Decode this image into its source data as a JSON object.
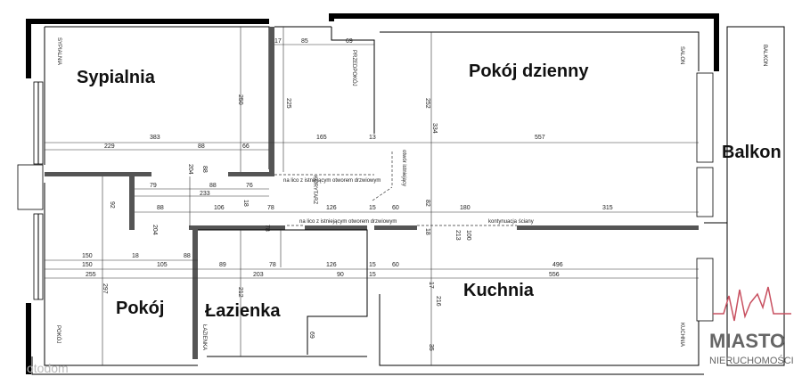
{
  "rooms": {
    "sypialnia": "Sypialnia",
    "pokoj_dzienny": "Pokój dzienny",
    "balkon": "Balkon",
    "pokoj": "Pokój",
    "lazienka": "Łazienka",
    "kuchnia": "Kuchnia"
  },
  "small_labels": {
    "sypialnia": "SYPIALNIA",
    "przedpokoj": "PRZEDPOKÓJ",
    "salon": "SALON",
    "balkon": "BALKON",
    "korytarz": "KORYTARZ",
    "pokoj": "POKÓJ",
    "lazienka": "ŁAZIENKA",
    "kuchnia": "KUCHNIA"
  },
  "notes": {
    "lico1": "na lico z istniejącym otworem drzwiowym",
    "lico2": "na lico z istniejącym otworem drzwiowym",
    "otwor": "otwór istniejący",
    "kontynuacja": "kontynuacja ściany"
  },
  "dims": {
    "d17": "17",
    "d85": "85",
    "d69": "69",
    "d250": "250",
    "d225": "225",
    "d252": "252",
    "d334": "334",
    "r383": "383",
    "r229": "229",
    "r88a": "88",
    "r66": "66",
    "r165": "165",
    "r13": "13",
    "r557": "557",
    "c79": "79",
    "c88b": "88",
    "c76": "76",
    "c233": "233",
    "c204": "204",
    "c88c": "88",
    "k88": "88",
    "k106": "106",
    "k78": "78",
    "k126": "126",
    "k15a": "15",
    "k60": "60",
    "k180": "180",
    "k315": "315",
    "k82": "82",
    "k92": "92",
    "k18": "18",
    "b204": "204",
    "b78": "78",
    "b18": "18",
    "b100": "100",
    "b213": "213",
    "p150a": "150",
    "p18": "18",
    "p88": "88",
    "p150b": "150",
    "p105": "105",
    "p89": "89",
    "p78": "78",
    "p126": "126",
    "p15": "15",
    "p60": "60",
    "p496": "496",
    "q255": "255",
    "q203": "203",
    "q90": "90",
    "q15": "15",
    "q556": "556",
    "v297": "297",
    "v212": "212",
    "v17": "17",
    "v216": "216",
    "v69": "69",
    "v35": "35"
  },
  "logo": {
    "title": "MIASTO",
    "subtitle": "NIERUCHOMOŚCI"
  },
  "watermark": "otodom"
}
